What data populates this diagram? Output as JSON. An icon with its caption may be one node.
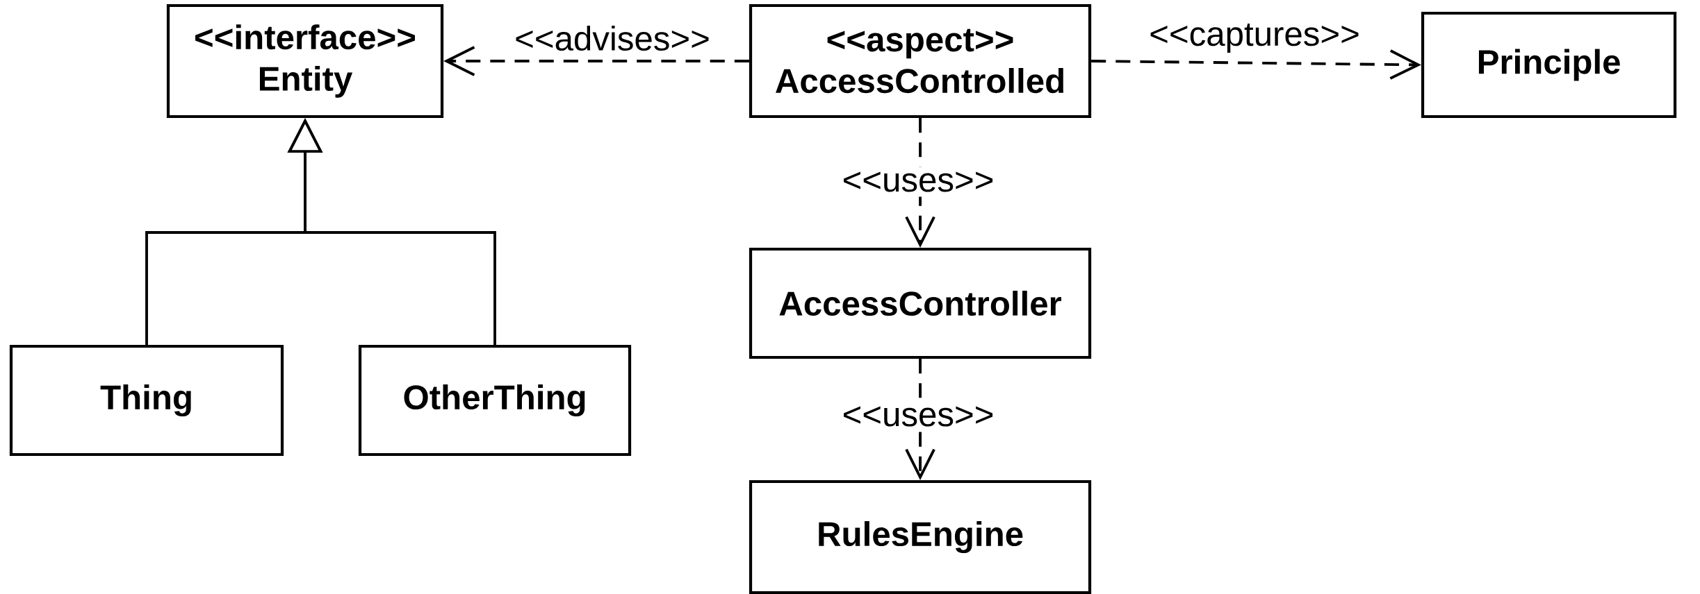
{
  "diagram": {
    "nodes": [
      {
        "text": [
          "<<interface>>",
          "Entity"
        ]
      },
      {
        "text": [
          "<<aspect>>",
          "AccessControlled"
        ]
      },
      {
        "text": [
          "Principle"
        ]
      },
      {
        "text": [
          "Thing"
        ]
      },
      {
        "text": [
          "OtherThing"
        ]
      },
      {
        "text": [
          "AccessController"
        ]
      },
      {
        "text": [
          "RulesEngine"
        ]
      }
    ],
    "edges": [
      {
        "from": 1,
        "to": 0,
        "arrow": "to",
        "style": "dashed",
        "label": "<<advises>>"
      },
      {
        "from": 1,
        "to": 2,
        "arrow": "to",
        "style": "dashed",
        "label": "<<captures>>"
      },
      {
        "from": 1,
        "to": 5,
        "arrow": "to",
        "style": "dashed",
        "label": "<<uses>>"
      },
      {
        "from": 5,
        "to": 6,
        "arrow": "to",
        "style": "dashed",
        "label": "<<uses>>"
      },
      {
        "from": 3,
        "to": 0,
        "arrow": "to"
      },
      {
        "from": 4,
        "to": 0,
        "arrow": "to"
      }
    ]
  }
}
